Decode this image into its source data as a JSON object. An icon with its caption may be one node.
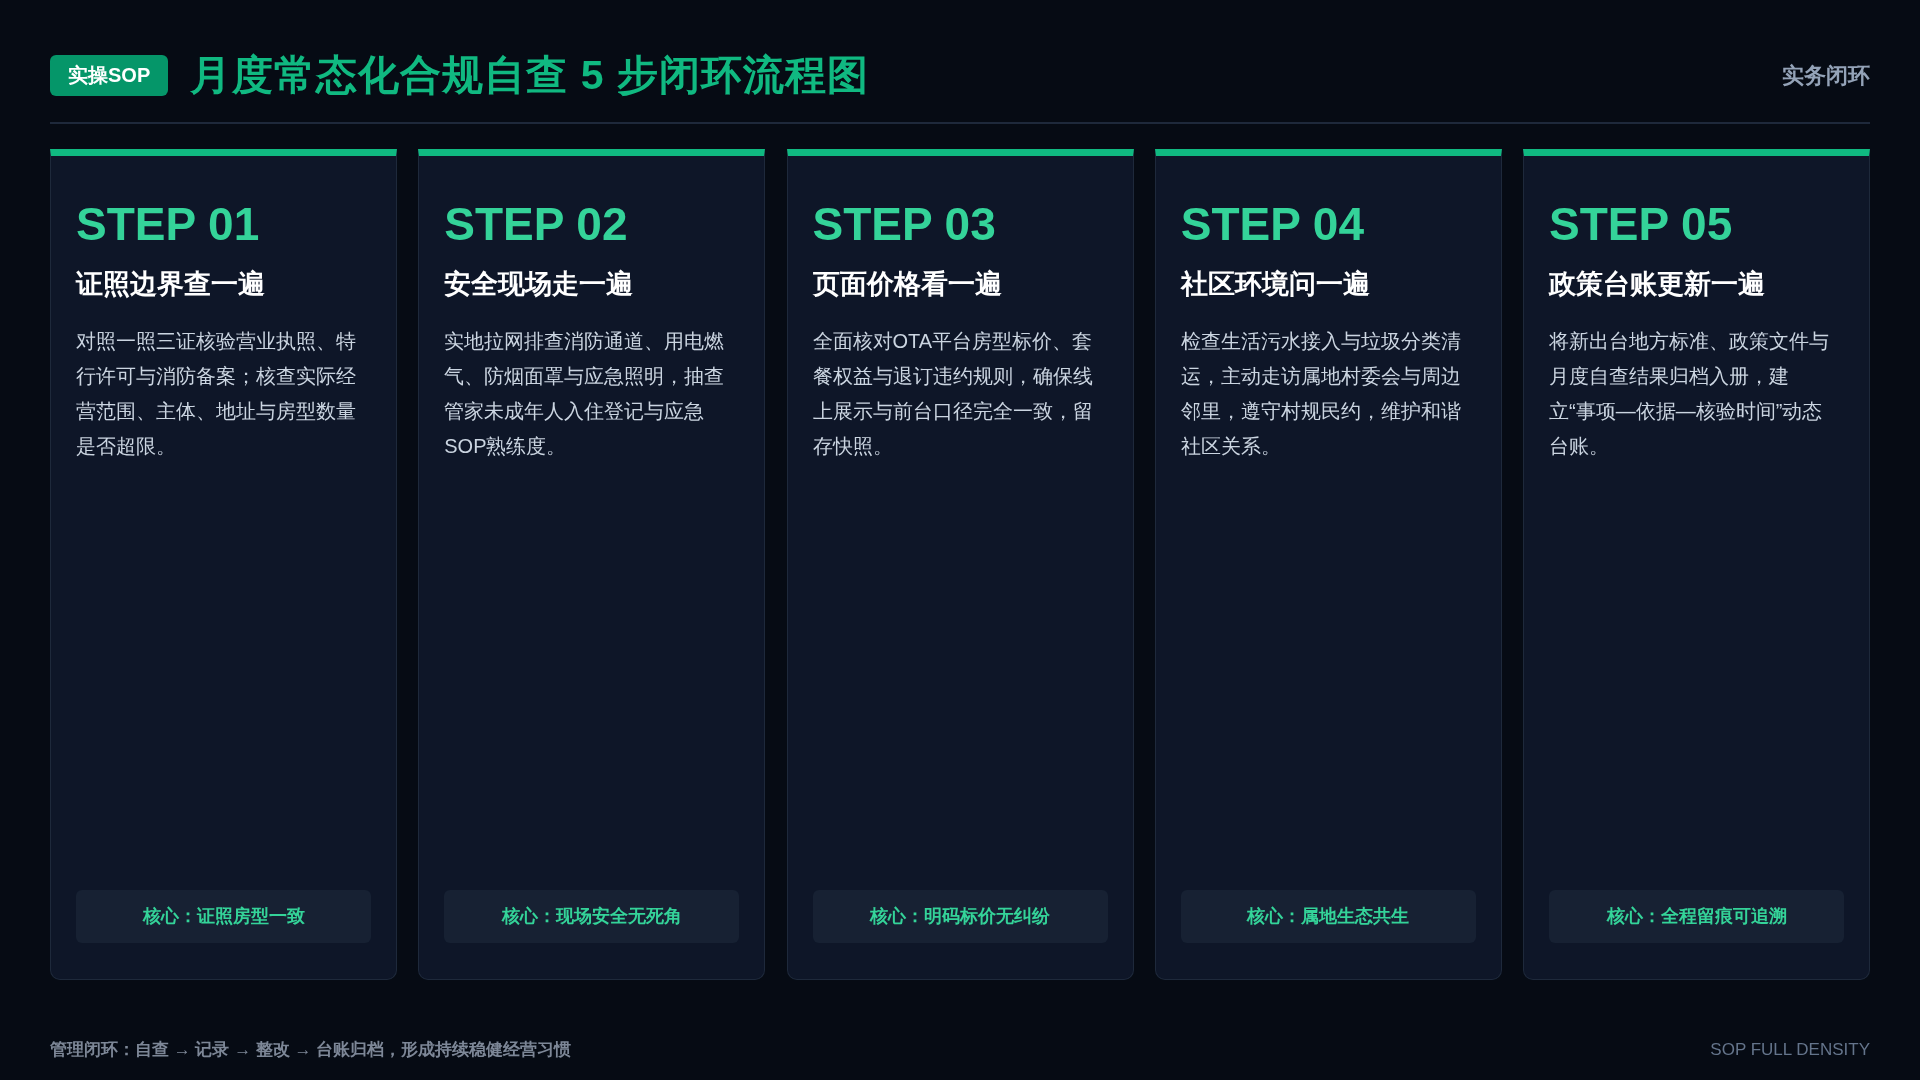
{
  "diagram": {
    "title": "月度常态化合规自查 5 步闭环流程图",
    "nodes": [
      {
        "text": [
          "实操SOP"
        ]
      },
      {
        "text": [
          "STEP 01",
          "证照边界查一遍",
          "对照一照三证核验营业执照、特行许可与消防备案；核查实际经营范围、主体、地址与房型数量是否超限。"
        ]
      },
      {
        "text": [
          "核心：证照房型一致"
        ],
        "in": 1
      },
      {
        "text": [
          "STEP 02",
          "安全现场走一遍",
          "实地拉网排查消防通道、用电燃气、防烟面罩与应急照明，抽查管家未成年人入住登记与应急SOP熟练度。"
        ]
      },
      {
        "text": [
          "核心：现场安全无死角"
        ],
        "in": 3
      },
      {
        "text": [
          "STEP 03",
          "页面价格看一遍",
          "全面核对OTA平台房型标价、套餐权益与退订违约规则，确保线上展示与前台口径完全一致，留存快照。"
        ]
      },
      {
        "text": [
          "核心：明码标价无纠纷"
        ],
        "in": 5
      },
      {
        "text": [
          "STEP 04",
          "社区环境问一遍",
          "检查生活污水接入与垃圾分类清运，主动走访属地村委会与周边邻里，遵守村规民约，维护和谐社区关系。"
        ]
      },
      {
        "text": [
          "核心：属地生态共生"
        ],
        "in": 7
      },
      {
        "text": [
          "STEP 05",
          "政策台账更新一遍",
          "将新出台地方标准、政策文件与月度自查结果归档入册，建立“事项—依据—核验时间”动态台账。"
        ]
      },
      {
        "text": [
          "核心：全程留痕可追溯"
        ],
        "in": 9
      }
    ],
    "labels": [
      "实务闭环",
      "管理闭环：自查 → 记录 → 整改 → 台账归档，形成持续稳健经营习惯",
      "SOP FULL DENSITY"
    ]
  }
}
